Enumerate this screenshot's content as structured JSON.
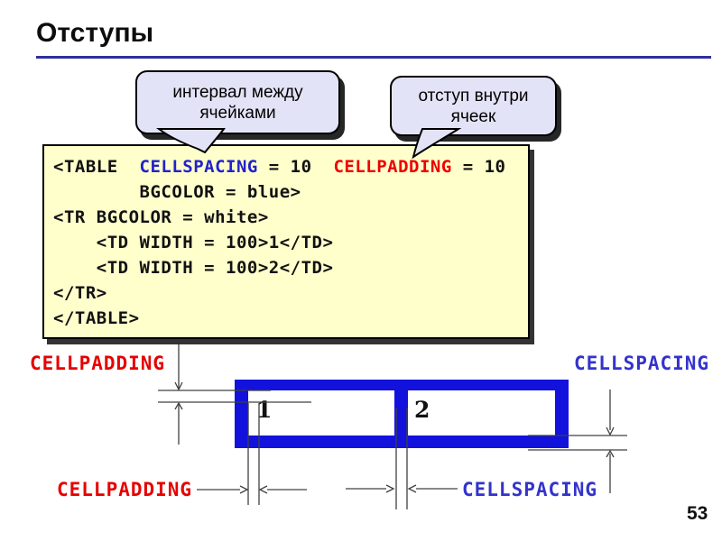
{
  "slide": {
    "title": "Отступы",
    "page_number": "53"
  },
  "callouts": {
    "cellspacing": {
      "line1": "интервал между",
      "line2": "ячейками"
    },
    "cellpadding": {
      "line1": "отступ внутри",
      "line2": "ячеек"
    }
  },
  "code": {
    "line1": {
      "a": "<TABLE  ",
      "b": "CELLSPACING",
      "c": " = 10  ",
      "d": "CELLPADDING",
      "e": " = 10"
    },
    "line2": "        BGCOLOR = blue>",
    "line3": "<TR BGCOLOR = white>",
    "line4": "    <TD WIDTH = 100>1</TD>",
    "line5": "    <TD WIDTH = 100>2</TD>",
    "line6": "</TR>",
    "line7": "</TABLE>"
  },
  "diagram": {
    "cellpadding_label": "CELLPADDING",
    "cellspacing_label": "CELLSPACING",
    "cell1_label": "1",
    "cell2_label": "2"
  },
  "colors": {
    "title_rule": "#2F2F9E",
    "code_box_bg": "#FFFFCC",
    "bubble_bg": "#E3E3F7",
    "table_blue": "#1212DC",
    "code_blue": "#2222CC",
    "code_red": "#EE0000",
    "label_red": "#E60000",
    "label_blue": "#3333CC",
    "dim_line": "#404040"
  }
}
